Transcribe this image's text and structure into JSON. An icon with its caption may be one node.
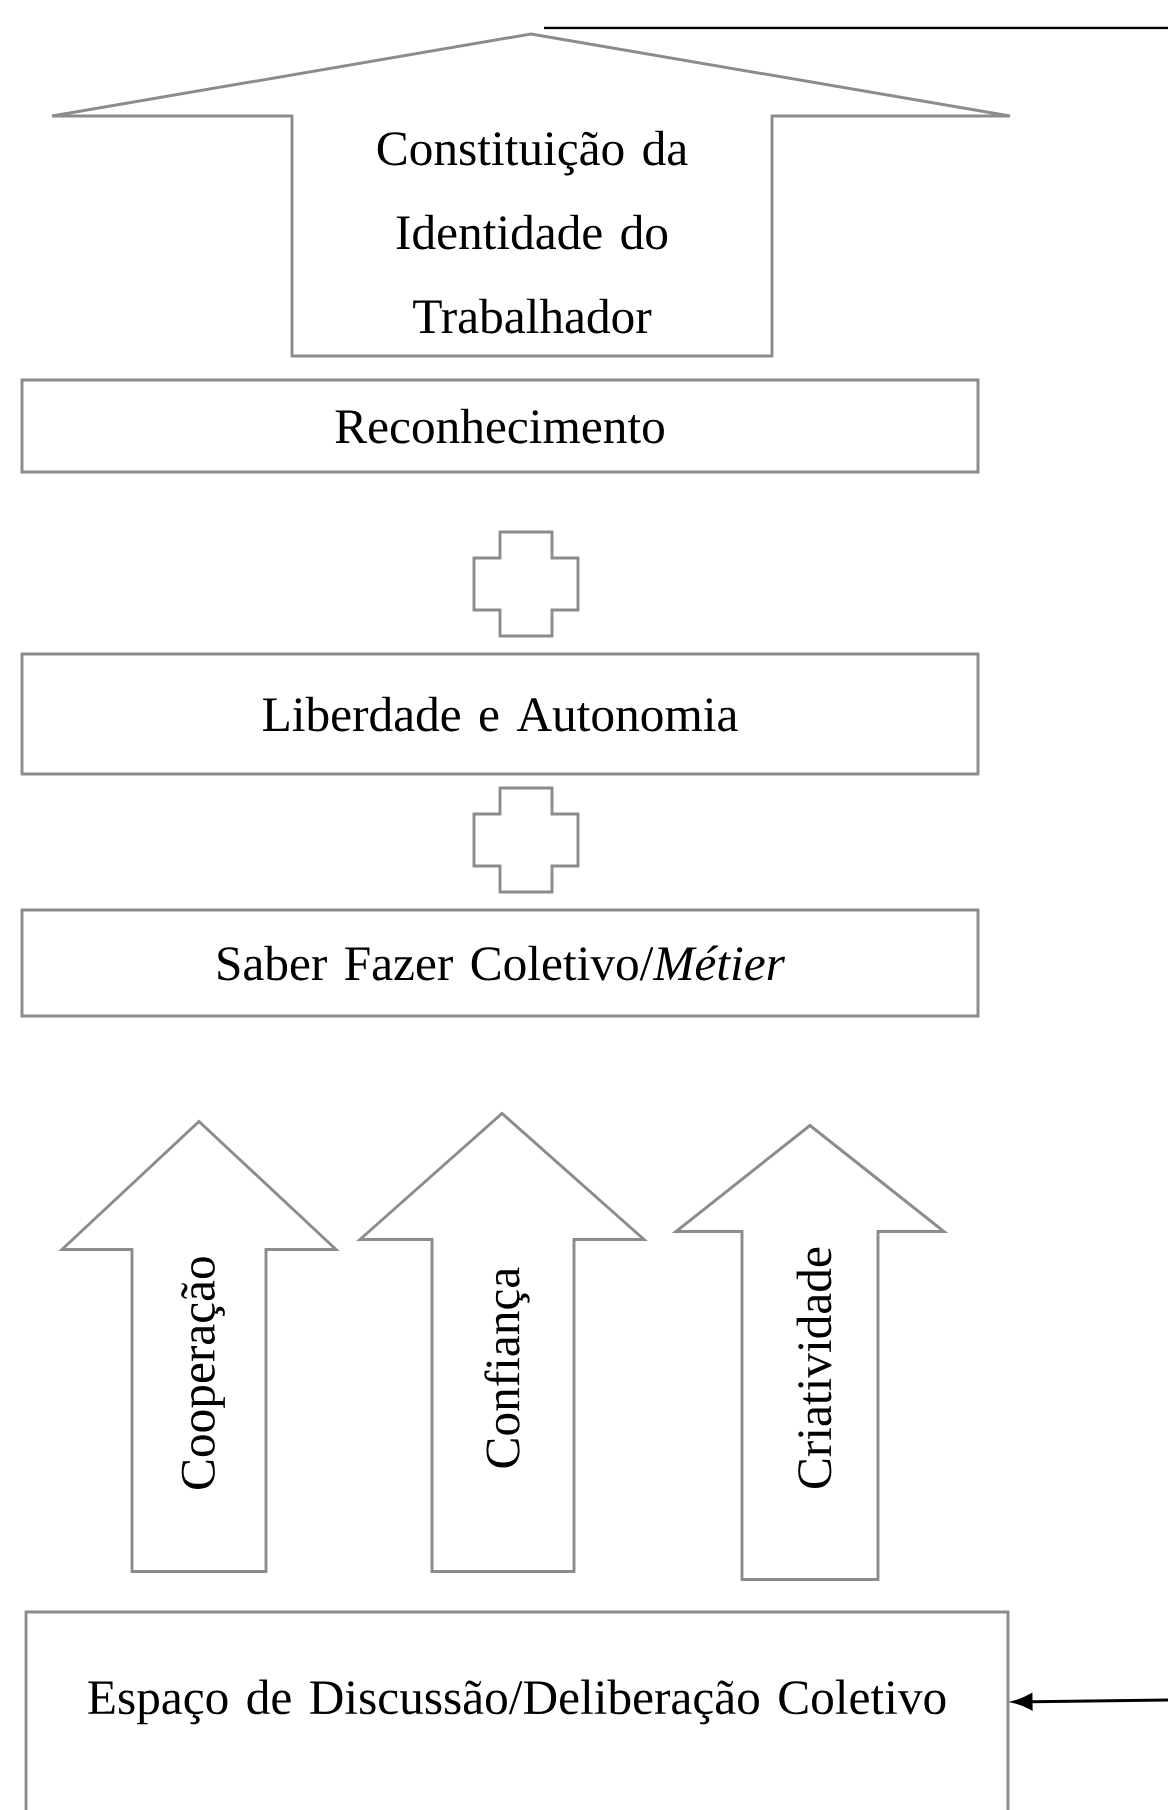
{
  "diagram": {
    "nodes": [
      {
        "text": [
          "Constituição da Identidade do Trabalhador"
        ]
      },
      {
        "text": [
          "Reconhecimento"
        ]
      },
      {
        "text": [],
        "shape": "plus"
      },
      {
        "text": [
          "Liberdade e Autonomia"
        ]
      },
      {
        "text": [],
        "shape": "plus"
      },
      {
        "text": [
          "Saber Fazer Coletivo/*Métier*"
        ]
      },
      {
        "text": [
          "Espaço de Discussão/Deliberação Coletivo"
        ]
      }
    ],
    "edges": [
      {
        "from": 6,
        "to": 5,
        "arrow": "to",
        "label": "Cooperação"
      },
      {
        "from": 6,
        "to": 5,
        "arrow": "to",
        "label": "Confiança"
      },
      {
        "from": 6,
        "to": 5,
        "arrow": "to",
        "label": "Criatividade"
      },
      {
        "from": null,
        "to": 6,
        "arrow": "to"
      }
    ]
  }
}
